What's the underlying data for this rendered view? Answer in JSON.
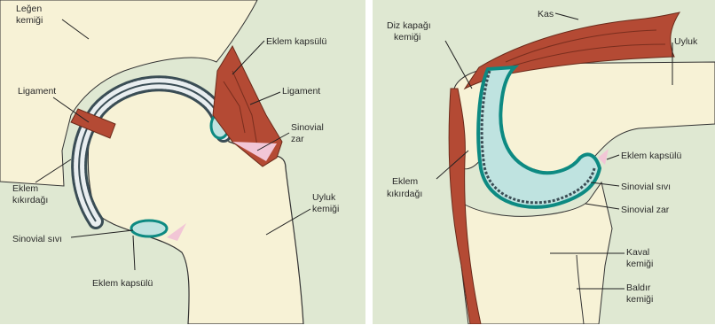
{
  "left_panel": {
    "labels": {
      "legen_kemigi": [
        "Leğen",
        "kemiği"
      ],
      "eklem_kapsulu_top": "Eklem kapsülü",
      "ligament_left": "Ligament",
      "ligament_right": "Ligament",
      "sinovial_zar": [
        "Sinovial",
        "zar"
      ],
      "eklem_kikirdagi": [
        "Eklem",
        "kıkırdağı"
      ],
      "uyluk_kemigi": [
        "Uyluk",
        "kemiği"
      ],
      "sinovial_sivi": "Sinovial sıvı",
      "eklem_kapsulu_bottom": "Eklem kapsülü"
    }
  },
  "right_panel": {
    "labels": {
      "kas": "Kas",
      "diz_kapagi": [
        "Diz kapağı",
        "kemiği"
      ],
      "uyluk": "Uyluk",
      "eklem_kikirdagi": [
        "Eklem",
        "kıkırdağı"
      ],
      "eklem_kapsulu": "Eklem kapsülü",
      "sinovial_sivi": "Sinovial sıvı",
      "sinovial_zar": "Sinovial zar",
      "kaval_kemigi": [
        "Kaval",
        "kemiği"
      ],
      "baldir_kemigi": [
        "Baldır",
        "kemiği"
      ]
    }
  },
  "colors": {
    "panel_bg": "#dfe8d2",
    "bone": "#f7f2d6",
    "cartilage": "#486a72",
    "synovial_fluid": "#bfe3e0",
    "synovial_membrane": "#0d8a82",
    "ligament": "#b44a34",
    "capsule_pink": "#f2c6d6"
  }
}
